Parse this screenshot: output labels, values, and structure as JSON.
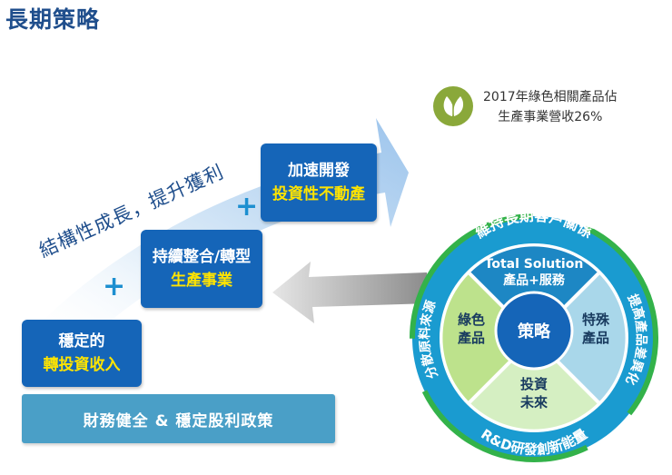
{
  "title": "長期策略",
  "slogan": "結構性成長，提升獲利",
  "stage1": {
    "line1": "穩定的",
    "line2": "轉投資收入"
  },
  "stage2": {
    "line1": "持續整合/轉型",
    "line2": "生產事業"
  },
  "stage3": {
    "line1": "加速開發",
    "line2": "投資性不動產"
  },
  "plus": "+",
  "base": "財務健全 & 穩定股利政策",
  "green_note": {
    "line1": "2017年綠色相關產品佔",
    "line2": "生產事業營收26%"
  },
  "wheel": {
    "center": "策略",
    "top": {
      "line1": "Total Solution",
      "line2": "產品+服務"
    },
    "right": {
      "line1": "特殊",
      "line2": "產品"
    },
    "bottom": {
      "line1": "投資",
      "line2": "未來"
    },
    "left": {
      "line1": "綠色",
      "line2": "產品"
    },
    "ring_top": "維持長期客戶關係",
    "ring_right": "提高產品差異化",
    "ring_bottom": "R&D研發創新能量",
    "ring_left": "分散原料來源"
  },
  "colors": {
    "box": "#1565b8",
    "highlight": "#ffe400",
    "ring": "#1a9bd0",
    "base": "#4a9fc7"
  }
}
